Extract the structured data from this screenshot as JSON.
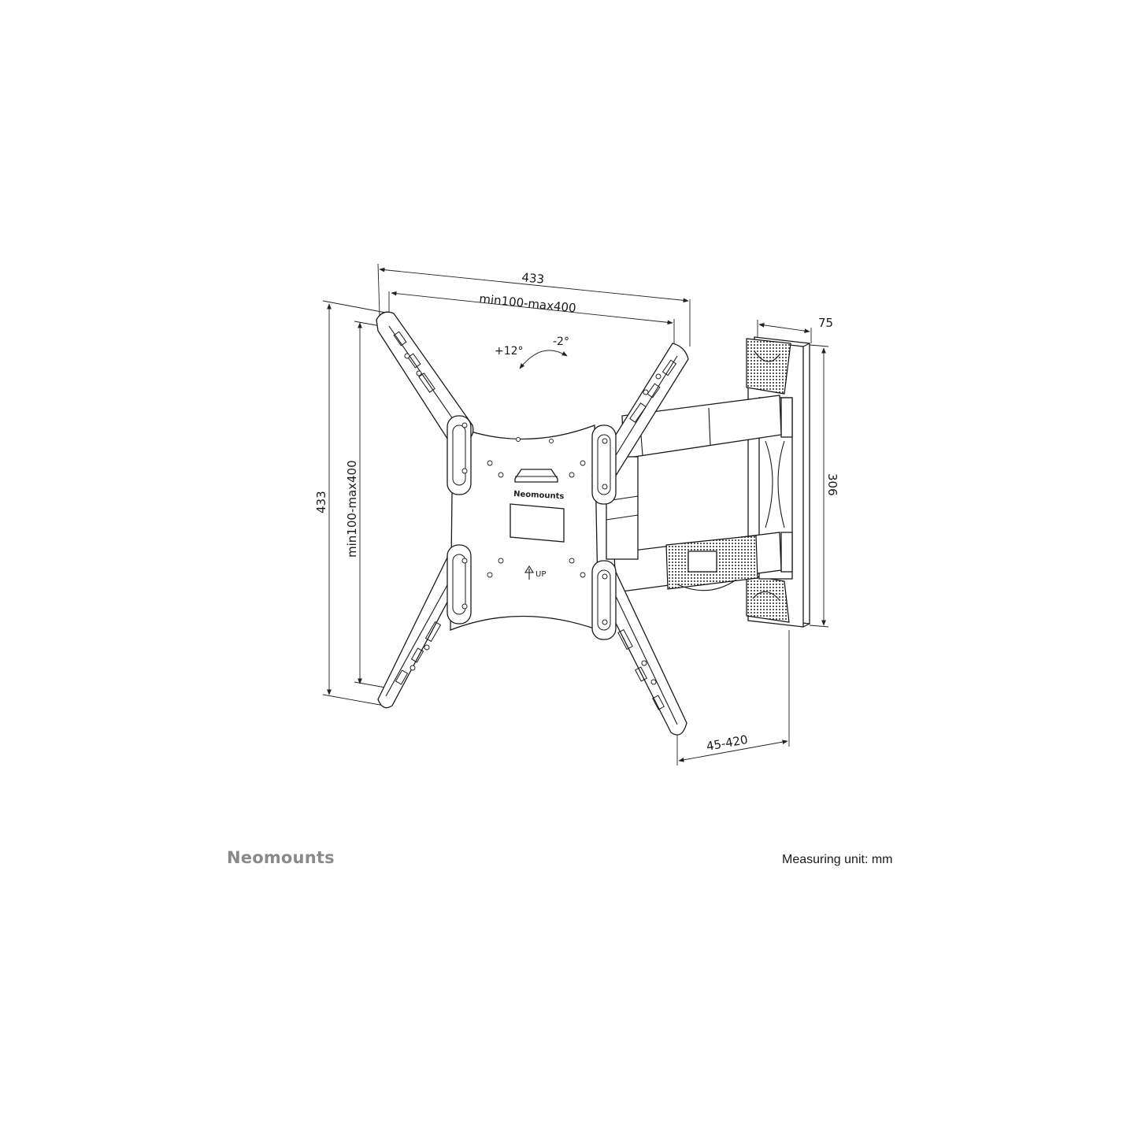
{
  "diagram": {
    "dimensions": {
      "plate_width_outer": "433",
      "plate_width_inner": "min100-max400",
      "plate_height_outer": "433",
      "plate_height_inner": "min100-max400",
      "depth": "75",
      "wall_plate_height": "306",
      "arm_extension": "45-420",
      "tilt_up": "+12°",
      "tilt_down": "-2°"
    },
    "plate_brand": "Neomounts",
    "up_marker": "UP"
  },
  "footer": {
    "brand": "Neomounts",
    "unit_note": "Measuring unit: mm"
  },
  "colors": {
    "line": "#1a1a1a",
    "brand_grey": "#8a8a8a",
    "background": "#ffffff"
  }
}
